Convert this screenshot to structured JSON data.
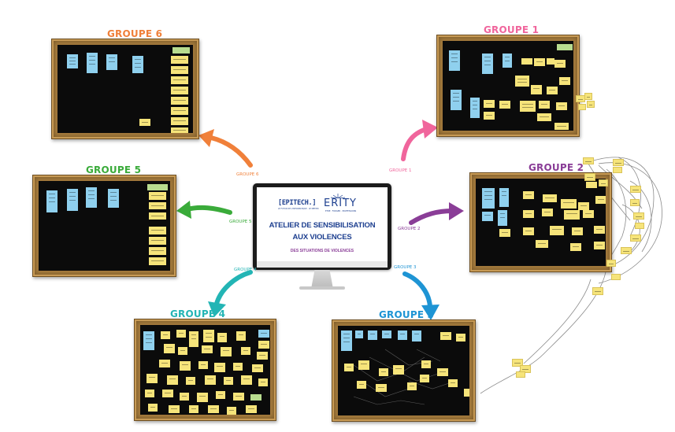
{
  "center": {
    "logo_epitech": "[EPITECH.]",
    "logo_epitech_tagline": "LE FUTUR DE L'INFORMATIQUE · LE METIER DE L'INNOVATION",
    "logo_erity": "ERITY",
    "logo_erity_tagline": "ETRE · FORGER · PROFESSIONS",
    "title_line1": "ATELIER DE SENSIBILISATION",
    "title_line2": "AUX VIOLENCES",
    "subtitle": "DES SITUATIONS DE VIOLENCES"
  },
  "groups": [
    {
      "id": 1,
      "title": "GROUPE 1",
      "arrow_label": "GROUPE 1",
      "color": "#f0659c"
    },
    {
      "id": 2,
      "title": "GROUPE 2",
      "arrow_label": "GROUPE 2",
      "color": "#8a3d97"
    },
    {
      "id": 3,
      "title": "GROUPE 3",
      "arrow_label": "GROUPE 3",
      "color": "#1e94d4"
    },
    {
      "id": 4,
      "title": "GROUPE 4",
      "arrow_label": "GROUPE 4",
      "color": "#23b5b5"
    },
    {
      "id": 5,
      "title": "GROUPE 5",
      "arrow_label": "GROUPE 5",
      "color": "#3aab3a"
    },
    {
      "id": 6,
      "title": "GROUPE 6",
      "arrow_label": "GROUPE 6",
      "color": "#f0803a"
    }
  ]
}
